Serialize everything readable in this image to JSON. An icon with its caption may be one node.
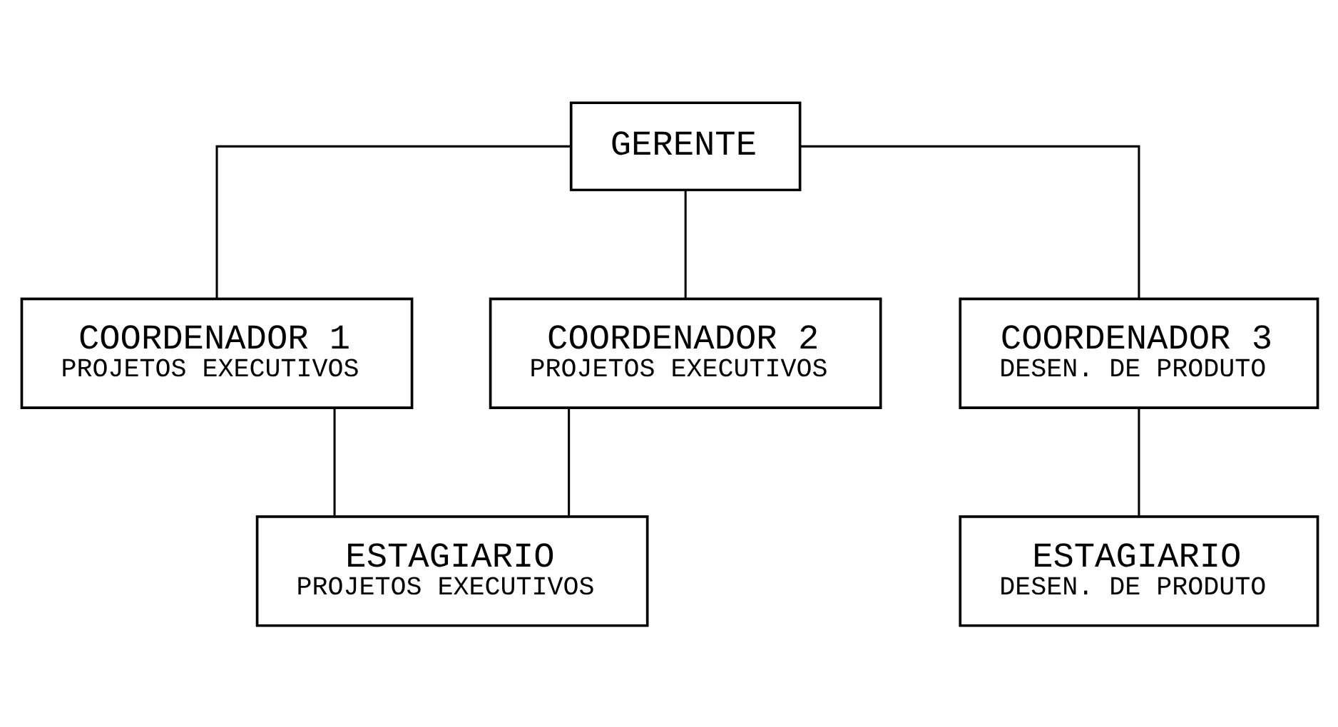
{
  "diagram": {
    "nodes": [
      {
        "text": [
          "GERENTE"
        ]
      },
      {
        "text": [
          "COORDENADOR 1",
          "PROJETOS EXECUTIVOS"
        ]
      },
      {
        "text": [
          "COORDENADOR 2",
          "PROJETOS EXECUTIVOS"
        ]
      },
      {
        "text": [
          "COORDENADOR 3",
          "DESEN. DE PRODUTO"
        ]
      },
      {
        "text": [
          "ESTAGIARIO",
          "PROJETOS EXECUTIVOS"
        ]
      },
      {
        "text": [
          "ESTAGIARIO",
          "DESEN. DE PRODUTO"
        ]
      }
    ],
    "edges": [
      {
        "from": 0,
        "to": 1,
        "arrow": "none"
      },
      {
        "from": 0,
        "to": 2,
        "arrow": "none"
      },
      {
        "from": 0,
        "to": 3,
        "arrow": "none"
      },
      {
        "from": 1,
        "to": 4,
        "arrow": "none"
      },
      {
        "from": 2,
        "to": 4,
        "arrow": "none"
      },
      {
        "from": 3,
        "to": 5,
        "arrow": "none"
      }
    ]
  }
}
